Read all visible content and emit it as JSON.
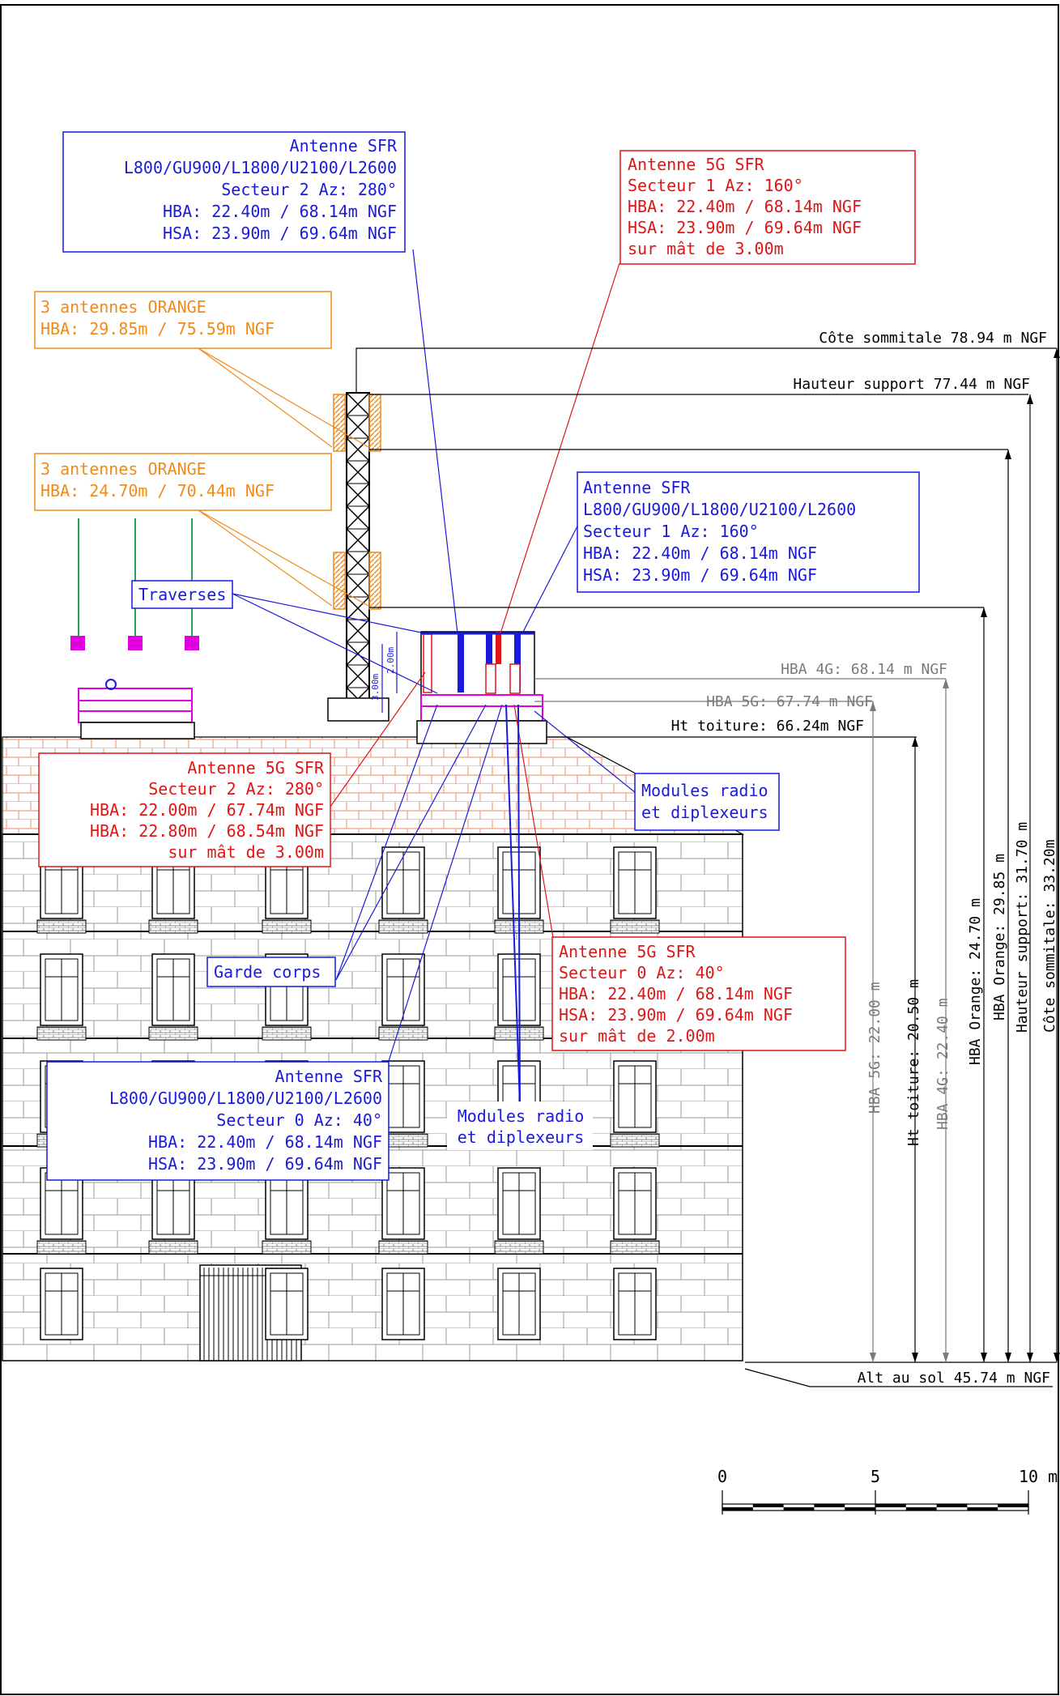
{
  "colors": {
    "blue": "#1a1adb",
    "red": "#e01515",
    "orange": "#f08a1a",
    "magenta": "#e000e0",
    "gray": "#7a7a7a",
    "roof": "#f4b49a",
    "green": "#2aa05a",
    "black": "#000000"
  },
  "callouts": {
    "sfr_s2": {
      "lines": [
        "Antenne SFR",
        "L800/GU900/L1800/U2100/L2600",
        "Secteur 2 Az: 280°",
        "HBA: 22.40m / 68.14m NGF",
        "HSA: 23.90m / 69.64m NGF"
      ]
    },
    "g5_s1": {
      "lines": [
        "Antenne 5G SFR",
        "Secteur 1 Az: 160°",
        "HBA: 22.40m / 68.14m NGF",
        "HSA: 23.90m / 69.64m NGF",
        "sur mât de 3.00m"
      ]
    },
    "orange_top": {
      "lines": [
        "3 antennes ORANGE",
        "HBA: 29.85m / 75.59m NGF"
      ]
    },
    "orange_low": {
      "lines": [
        "3 antennes ORANGE",
        "HBA: 24.70m / 70.44m NGF"
      ]
    },
    "sfr_s1": {
      "lines": [
        "Antenne SFR",
        "L800/GU900/L1800/U2100/L2600",
        "Secteur 1 Az: 160°",
        "HBA: 22.40m / 68.14m NGF",
        "HSA: 23.90m / 69.64m NGF"
      ]
    },
    "traverses": {
      "label": "Traverses"
    },
    "g5_s2": {
      "lines": [
        "Antenne 5G SFR",
        "Secteur 2 Az: 280°",
        "HBA: 22.00m / 67.74m NGF",
        "HBA: 22.80m / 68.54m NGF",
        "sur mât de 3.00m"
      ]
    },
    "modules_right": {
      "lines": [
        "Modules radio",
        "et diplexeurs"
      ]
    },
    "garde_corps": {
      "label": "Garde corps"
    },
    "g5_s0": {
      "lines": [
        "Antenne 5G SFR",
        "Secteur 0 Az: 40°",
        "HBA: 22.40m / 68.14m NGF",
        "HSA: 23.90m / 69.64m NGF",
        "sur mât de 2.00m"
      ]
    },
    "sfr_s0": {
      "lines": [
        "Antenne SFR",
        "L800/GU900/L1800/U2100/L2600",
        "Secteur 0 Az: 40°",
        "HBA: 22.40m / 68.14m NGF",
        "HSA: 23.90m / 69.64m NGF"
      ]
    },
    "modules_center": {
      "lines": [
        "Modules radio",
        "et diplexeurs"
      ]
    }
  },
  "levels": {
    "summit": "Côte sommitale 78.94 m NGF",
    "support": "Hauteur support 77.44 m NGF",
    "hba4g": "HBA 4G: 68.14 m NGF",
    "hba5g": "HBA 5G: 67.74 m NGF",
    "roof": "Ht toiture: 66.24m NGF",
    "ground": "Alt au sol 45.74 m NGF"
  },
  "dimensions": {
    "hba5g": "HBA 5G: 22.00 m",
    "roof": "Ht toiture: 20.50 m",
    "hba4g": "HBA 4G: 22.40 m",
    "orange_low": "HBA Orange: 24.70 m",
    "orange_top": "HBA Orange: 29.85 m",
    "support": "Hauteur support: 31.70 m",
    "summit": "Côte sommitale: 33.20m"
  },
  "small_dims": {
    "mast": "2.00m",
    "tower": "3.00m"
  },
  "scale": {
    "labels": [
      "0",
      "5",
      "10 m"
    ]
  }
}
